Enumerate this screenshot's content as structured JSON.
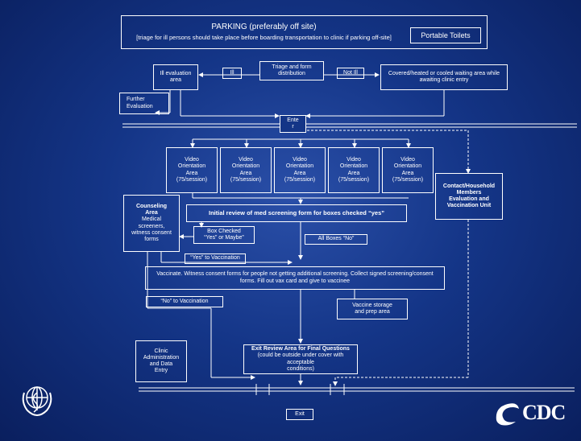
{
  "parking": {
    "title": "PARKING (preferably off site)",
    "subtitle": "[triage for ill persons should take place before boarding transportation to clinic if parking off-site]"
  },
  "portable_toilets": "Portable Toilets",
  "ill_evaluation": [
    "Ill evaluation",
    "area"
  ],
  "ill_label": "Ill",
  "triage": [
    "Triage and form",
    "distribution"
  ],
  "not_ill_label": "Not Ill",
  "waiting_area": [
    "Covered/heated or cooled waiting area while",
    "awaiting clinic entry"
  ],
  "further_evaluation": [
    "Further",
    "Evaluation"
  ],
  "enter": [
    "Ente",
    "r"
  ],
  "video_areas": [
    [
      "Video",
      "Orientation",
      "Area",
      "(75/session)"
    ],
    [
      "Video",
      "Orientation",
      "Area",
      "(75/session)"
    ],
    [
      "Video",
      "Orientation",
      "Area",
      "(75/session)"
    ],
    [
      "Video",
      "Orientation",
      "Area",
      "(75/session)"
    ],
    [
      "Video",
      "Orientation",
      "Area",
      "(75/session)"
    ]
  ],
  "contact_unit": [
    "Contact/Household",
    "Members",
    "Evaluation and",
    "Vaccination Unit"
  ],
  "counseling": {
    "title": [
      "Counseling",
      "Area"
    ],
    "body": [
      "Medical",
      "screeners,",
      "witness consent",
      "forms"
    ]
  },
  "initial_review": "Initial review of med screening form for boxes checked “yes”",
  "box_checked": [
    "Box Checked",
    "“Yes” or Maybe”"
  ],
  "all_boxes_no": "All Boxes “No”",
  "yes_to_vaccination": "“Yes” to Vaccination",
  "vaccinate": [
    "Vaccinate.  Witness consent forms for people not getting additional screening.  Collect signed screening/consent",
    "forms.  Fill out vax card and give to vaccinee"
  ],
  "no_to_vaccination": "“No” to Vaccination",
  "vaccine_storage": [
    "Vaccine storage",
    "and prep area"
  ],
  "clinic_admin": [
    "Clinic",
    "Administration",
    "and Data",
    "Entry"
  ],
  "exit_review": {
    "title": "Exit Review Area for Final Questions",
    "body": [
      "(could be outside under cover with acceptable",
      "conditions)"
    ]
  },
  "exit": "Exit",
  "logos": {
    "who": "WHO emblem",
    "cdc": "CDC"
  },
  "colors": {
    "background": "#143587",
    "lines": "#ffffff"
  }
}
